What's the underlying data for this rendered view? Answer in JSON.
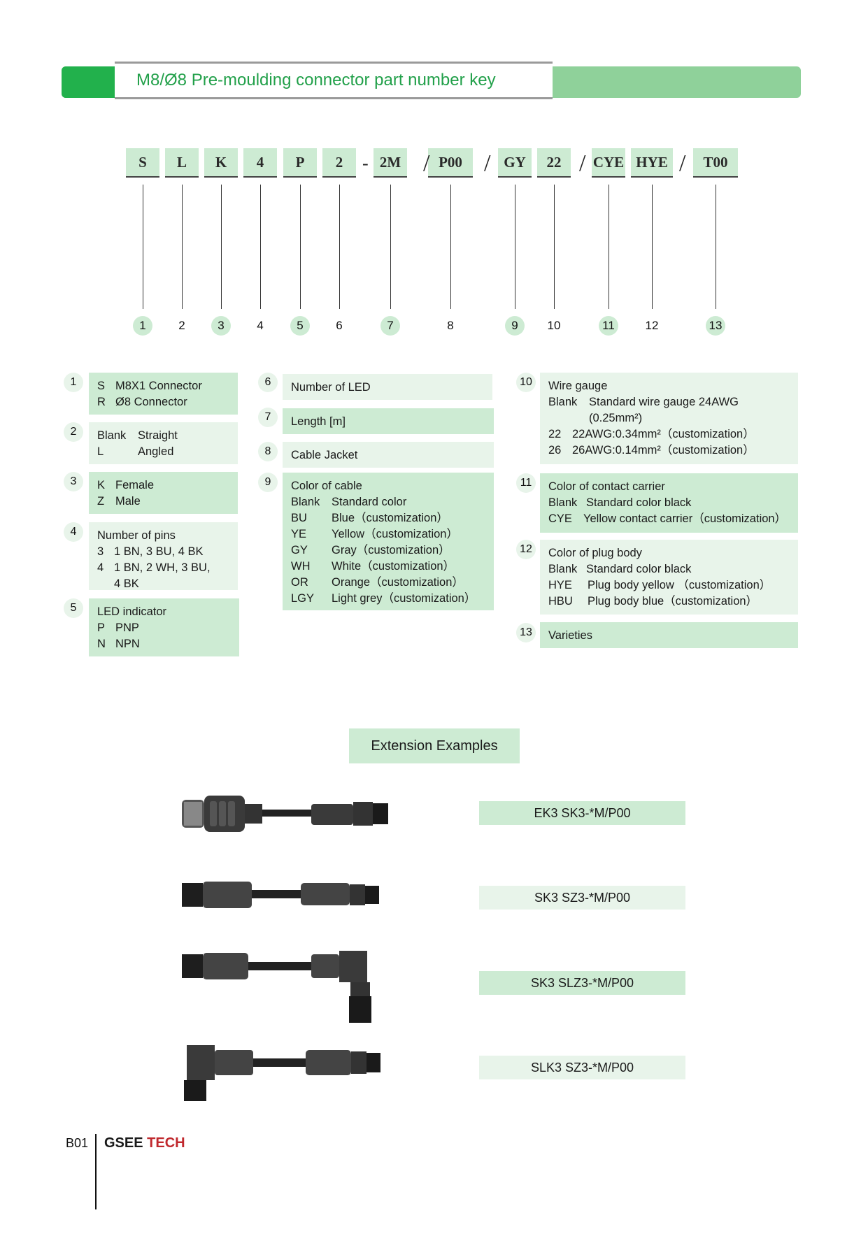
{
  "header": {
    "title": "M8/Ø8 Pre-moulding connector part number key"
  },
  "code": {
    "segments": [
      "S",
      "L",
      "K",
      "4",
      "P",
      "2",
      "2M",
      "P00",
      "GY",
      "22",
      "CYE",
      "HYE",
      "T00"
    ],
    "separators": [
      "-",
      "/",
      "/",
      "/",
      "/"
    ],
    "numbers": [
      "1",
      "2",
      "3",
      "4",
      "5",
      "6",
      "7",
      "8",
      "9",
      "10",
      "11",
      "12",
      "13"
    ]
  },
  "legend": {
    "item1": {
      "num": "1",
      "rows": [
        [
          "S",
          "M8X1 Connector"
        ],
        [
          "R",
          "Ø8 Connector"
        ]
      ]
    },
    "item2": {
      "num": "2",
      "rows": [
        [
          "Blank",
          "Straight"
        ],
        [
          "L",
          "Angled"
        ]
      ]
    },
    "item3": {
      "num": "3",
      "rows": [
        [
          "K",
          "Female"
        ],
        [
          "Z",
          "Male"
        ]
      ]
    },
    "item4": {
      "num": "4",
      "title": "Number of pins",
      "rows": [
        [
          "3",
          "1 BN, 3 BU, 4 BK"
        ],
        [
          "4",
          "1 BN, 2 WH, 3 BU,"
        ],
        [
          "",
          "4 BK"
        ]
      ]
    },
    "item5": {
      "num": "5",
      "title": "LED indicator",
      "rows": [
        [
          "P",
          "PNP"
        ],
        [
          "N",
          "NPN"
        ]
      ]
    },
    "item6": {
      "num": "6",
      "title": "Number of LED"
    },
    "item7": {
      "num": "7",
      "title": "Length [m]"
    },
    "item8": {
      "num": "8",
      "title": "Cable Jacket"
    },
    "item9": {
      "num": "9",
      "title": "Color of cable",
      "rows": [
        [
          "Blank",
          "Standard color"
        ],
        [
          "BU",
          "Blue（customization）"
        ],
        [
          "YE",
          "Yellow（customization）"
        ],
        [
          "GY",
          "Gray（customization）"
        ],
        [
          "WH",
          "White（customization）"
        ],
        [
          "OR",
          "Orange（customization）"
        ],
        [
          "LGY",
          "Light grey（customization）"
        ]
      ]
    },
    "item10": {
      "num": "10",
      "title": "Wire gauge",
      "rows": [
        [
          "Blank",
          "Standard wire gauge 24AWG"
        ],
        [
          "",
          "(0.25mm²)"
        ],
        [
          "22",
          "22AWG:0.34mm²（customization）"
        ],
        [
          "26",
          "26AWG:0.14mm²（customization）"
        ]
      ]
    },
    "item11": {
      "num": "11",
      "title": "Color of contact carrier",
      "rows": [
        [
          "Blank",
          "Standard color black"
        ],
        [
          "CYE",
          "Yellow contact carrier（customization）"
        ]
      ]
    },
    "item12": {
      "num": "12",
      "title": "Color of plug body",
      "rows": [
        [
          "Blank",
          "Standard color black"
        ],
        [
          "HYE",
          "Plug body yellow （customization）"
        ],
        [
          "HBU",
          "Plug body blue（customization）"
        ]
      ]
    },
    "item13": {
      "num": "13",
      "title": "Varieties"
    }
  },
  "extension": {
    "title": "Extension Examples",
    "examples": [
      "EK3  SK3-*M/P00",
      "SK3  SZ3-*M/P00",
      "SK3  SLZ3-*M/P00",
      "SLK3  SZ3-*M/P00"
    ]
  },
  "footer": {
    "page_code": "B01",
    "brand_part1": "GSEE",
    "brand_part2": "TECH"
  },
  "colors": {
    "brand_green": "#22b14c",
    "light_green": "#8fd19a",
    "box_green": "#cdebd3",
    "brand_red": "#c0282d"
  }
}
